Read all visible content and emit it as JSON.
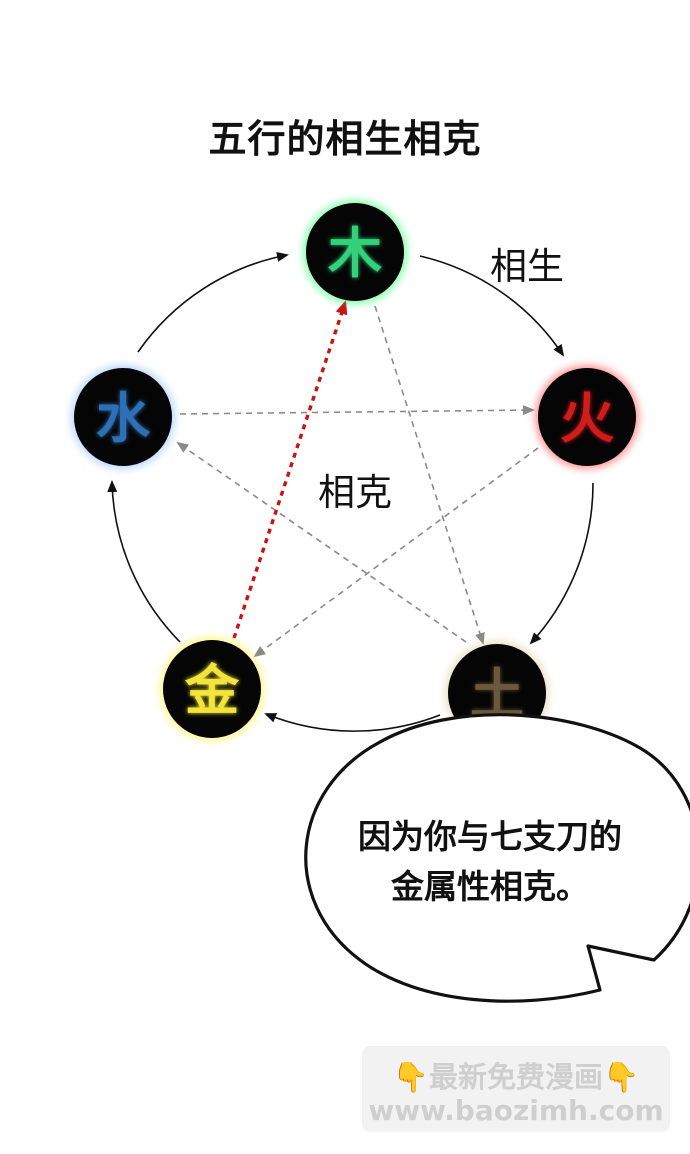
{
  "diagram": {
    "title": "五行的相生相克",
    "generating_label": "相生",
    "overcoming_label": "相克",
    "elements": [
      {
        "id": "wood",
        "char": "木",
        "color": "#33d17a",
        "glow": "#1aff66"
      },
      {
        "id": "fire",
        "char": "火",
        "color": "#d11f1f",
        "glow": "#ff2a2a"
      },
      {
        "id": "earth",
        "char": "土",
        "color": "#6a5a3a",
        "glow": "#c8a15a"
      },
      {
        "id": "metal",
        "char": "金",
        "color": "#f2e43a",
        "glow": "#ffee33"
      },
      {
        "id": "water",
        "char": "水",
        "color": "#2f6fb8",
        "glow": "#3d8dff"
      }
    ],
    "generating_cycle": [
      "wood",
      "fire",
      "earth",
      "metal",
      "water"
    ],
    "overcoming_cycle": [
      "wood",
      "earth",
      "water",
      "fire",
      "metal"
    ],
    "highlighted_overcoming": {
      "from": "metal",
      "to": "wood",
      "color": "#cc1111"
    }
  },
  "speech_bubble": {
    "lines": [
      "因为你与七支刀的",
      "金属性相克。"
    ]
  },
  "watermark": {
    "icon": "👇",
    "line1": "最新免费漫画",
    "line2": "www.baozimh.com"
  }
}
